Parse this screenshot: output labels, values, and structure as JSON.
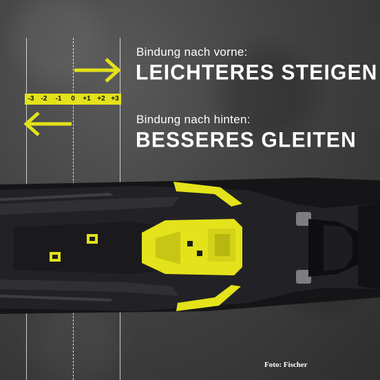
{
  "forward": {
    "caption": "Bindung nach vorne:",
    "headline": "LEICHTERES STEIGEN"
  },
  "backward": {
    "caption": "Bindung nach hinten:",
    "headline": "BESSERES GLEITEN"
  },
  "scale": {
    "ticks": [
      "-3",
      "-2",
      "-1",
      "0",
      "+1",
      "+2",
      "+3"
    ],
    "color": "#e4e21a"
  },
  "credit": "Foto: Fischer",
  "colors": {
    "accent": "#e4e21a",
    "binding": "#1c1c1e",
    "background": "#444444"
  }
}
